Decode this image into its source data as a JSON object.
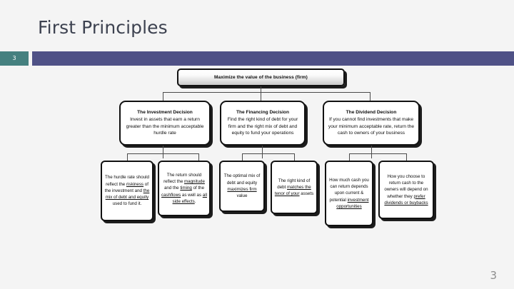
{
  "slide": {
    "title": "First Principles",
    "slide_number_badge": "3",
    "page_number": "3",
    "accent_band_color": "#4f5186",
    "badge_color": "#45807f",
    "title_color": "#3d4250",
    "background_color": "#f4f4f4"
  },
  "diagram": {
    "type": "tree",
    "root": {
      "label": "Maximize the value of the business (firm)"
    },
    "level2": [
      {
        "heading": "The Investment Decision",
        "body": "Invest in assets that earn a return greater than the minimum acceptable hurdle rate"
      },
      {
        "heading": "The Financing Decision",
        "body": "Find the right kind of debt for your firm and the right mix of debt and equity to fund your operations"
      },
      {
        "heading": "The Dividend Decision",
        "body": "If you cannot find investments that make your minimum acceptable rate, return the cash to owners of your business"
      }
    ],
    "level3": [
      {
        "text": "The hurdle rate should reflect the riskiness of the investment and the mix of debt and equity used to fund it.",
        "underlined": [
          "riskiness",
          "the mix of debt and equity"
        ]
      },
      {
        "text": "The return should reflect the magnitude and the timing of the cashflows as well as all side effects.",
        "underlined": [
          "magnitude",
          "timing",
          "cashflows",
          "all side effects"
        ]
      },
      {
        "text": "The optimal mix of debt and equity maximizes firm value",
        "underlined": [
          "maximizes firm value"
        ]
      },
      {
        "text": "The right kind of debt matches the tenor of your assets",
        "underlined": [
          "matches the tenor of your"
        ]
      },
      {
        "text": "How much cash you can return depends upon current & potential investment opportunities",
        "underlined": [
          "investment opportunities"
        ]
      },
      {
        "text": "How you choose to return cash to the owners will depend on whether they prefer dividends or buybacks",
        "underlined": [
          "prefer dividends or buybacks"
        ]
      }
    ]
  }
}
